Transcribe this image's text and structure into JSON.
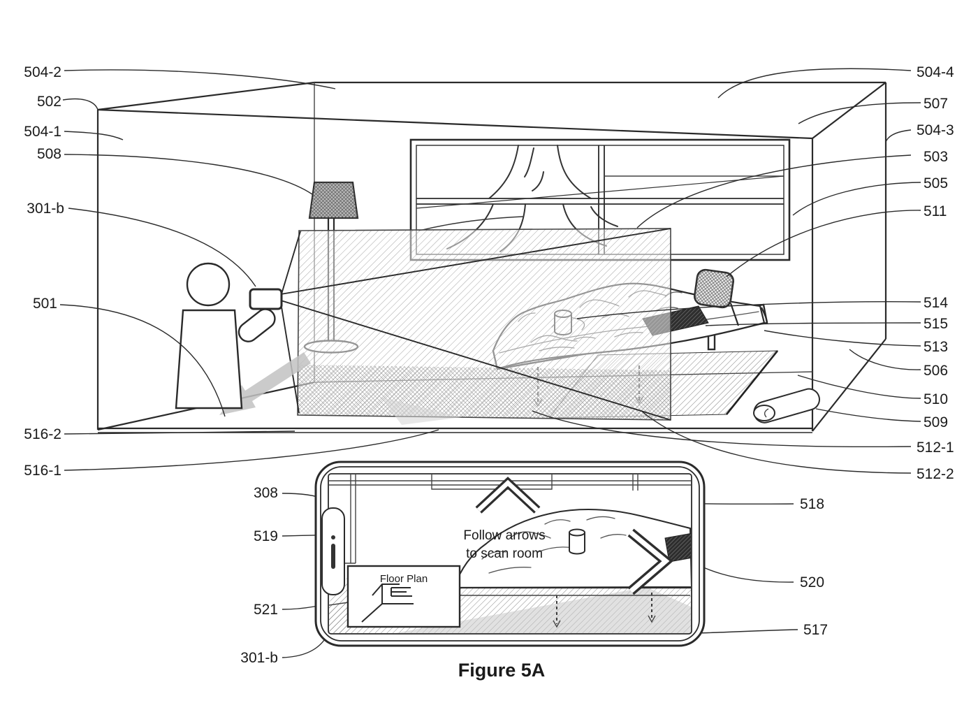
{
  "diagram": {
    "caption": "Figure 5A",
    "phone": {
      "instruction_line1": "Follow arrows",
      "instruction_line2": "to scan room",
      "floor_plan_title": "Floor Plan"
    },
    "reference_labels": {
      "504-2": "504-2",
      "502": "502",
      "504-1": "504-1",
      "508": "508",
      "301-b": "301-b",
      "501": "501",
      "516-2": "516-2",
      "516-1": "516-1",
      "308": "308",
      "519": "519",
      "521": "521",
      "504-4": "504-4",
      "507": "507",
      "504-3": "504-3",
      "503": "503",
      "505": "505",
      "511": "511",
      "514": "514",
      "515": "515",
      "513": "513",
      "506": "506",
      "510": "510",
      "509": "509",
      "512-1": "512-1",
      "512-2": "512-2",
      "518": "518",
      "520": "520",
      "517": "517"
    },
    "colors": {
      "ink": "#2a2a2a",
      "shade_gray": "#b8b8b8",
      "arrow_gray": "#c2c2c2"
    }
  }
}
